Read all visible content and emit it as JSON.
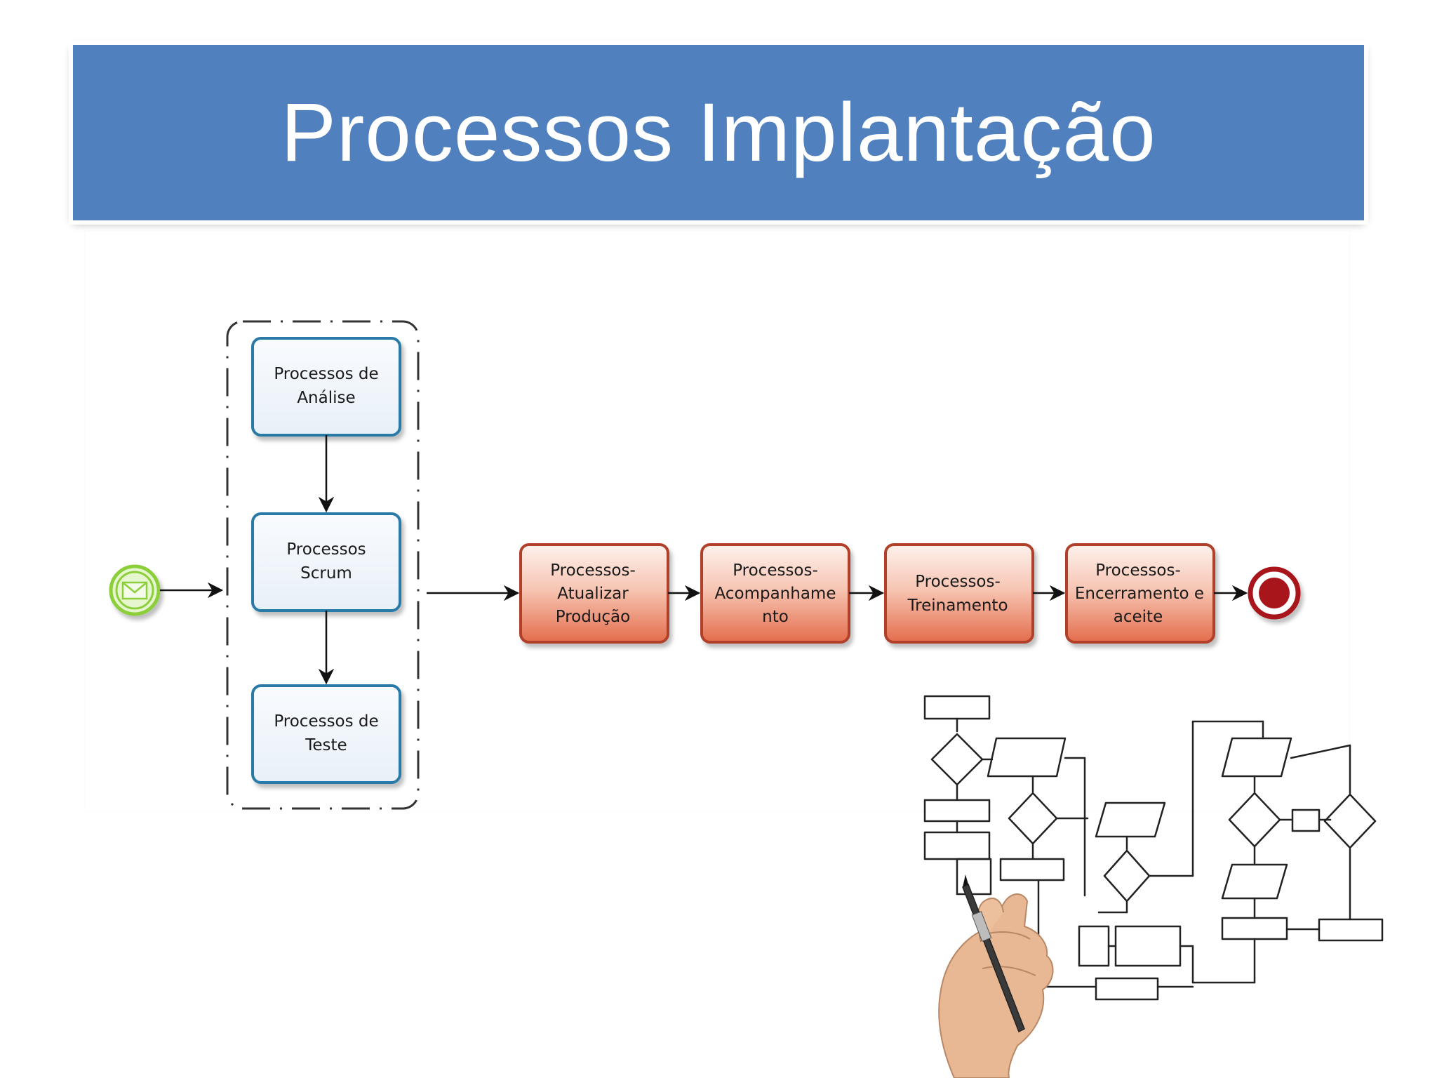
{
  "slide": {
    "title": "Processos Implantação"
  },
  "colors": {
    "title_bar": "#5080be",
    "blue_task_stroke": "#2a7aa8",
    "blue_task_fill": "#f3f8fd",
    "red_task_stroke": "#b0402a",
    "red_task_fill": "#e98064",
    "start_event": "#8ccf3a",
    "end_event": "#a8121a"
  },
  "diagram": {
    "group_tasks": [
      {
        "lines": [
          "Processos de",
          "Análise"
        ]
      },
      {
        "lines": [
          "Processos",
          "Scrum"
        ]
      },
      {
        "lines": [
          "Processos de",
          "Teste"
        ]
      }
    ],
    "flow_tasks": [
      {
        "lines": [
          "Processos-",
          "Atualizar",
          "Produção"
        ]
      },
      {
        "lines": [
          "Processos-",
          "Acompanhame",
          "nto"
        ]
      },
      {
        "lines": [
          "Processos-",
          "Treinamento"
        ]
      },
      {
        "lines": [
          "Processos-",
          "Encerramento e",
          "aceite"
        ]
      }
    ],
    "start_event_icon": "envelope-icon",
    "end_event_icon": "terminate-end-icon"
  },
  "illustration": {
    "icon": "hand-drawing-flowchart-icon"
  }
}
